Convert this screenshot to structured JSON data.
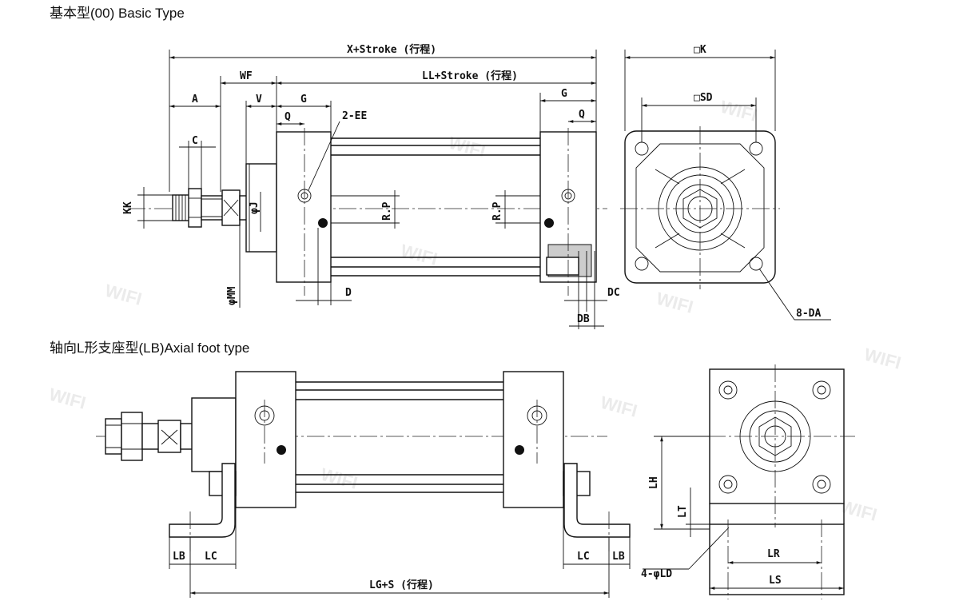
{
  "headings": {
    "basic": "基本型(00) Basic Type",
    "foot": "轴向L形支座型(LB)Axial foot type"
  },
  "dims": {
    "x_stroke": "X+Stroke (行程)",
    "ll_stroke": "LL+Stroke (行程)",
    "wf": "WF",
    "a": "A",
    "v": "V",
    "g1": "G",
    "g2": "G",
    "q1": "Q",
    "q2": "Q",
    "ee": "2-EE",
    "c": "C",
    "kk": "KK",
    "j": "φJ",
    "mm": "φMM",
    "rp1": "R.P",
    "rp2": "R.P",
    "d": "D",
    "dc": "DC",
    "db": "DB",
    "k": "□K",
    "sd": "□SD",
    "da": "8-DA",
    "lb1": "LB",
    "lc1": "LC",
    "lc2": "LC",
    "lb2": "LB",
    "lgs": "LG+S (行程)",
    "lh": "LH",
    "lt": "LT",
    "ld": "4-φLD",
    "lr": "LR",
    "ls": "LS"
  },
  "watermark": "WIFI"
}
